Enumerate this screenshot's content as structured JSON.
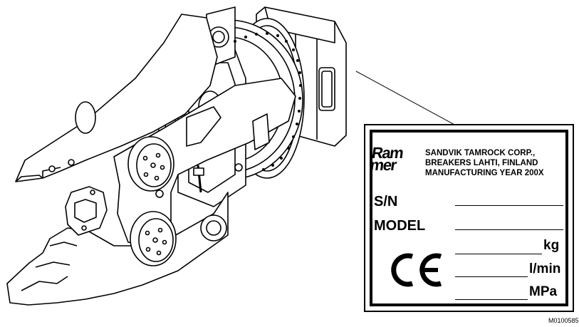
{
  "plate": {
    "logo_line1": "Ram",
    "logo_line2": "mer",
    "company_line1": "SANDVIK TAMROCK CORP.,",
    "company_line2": "BREAKERS LAHTI, FINLAND",
    "company_line3": "MANUFACTURING YEAR 200X",
    "sn_label": "S/N",
    "model_label": "MODEL",
    "unit_weight": "kg",
    "unit_flow": "l/min",
    "unit_pressure": "MPa"
  },
  "drawing_code": "M0100585"
}
